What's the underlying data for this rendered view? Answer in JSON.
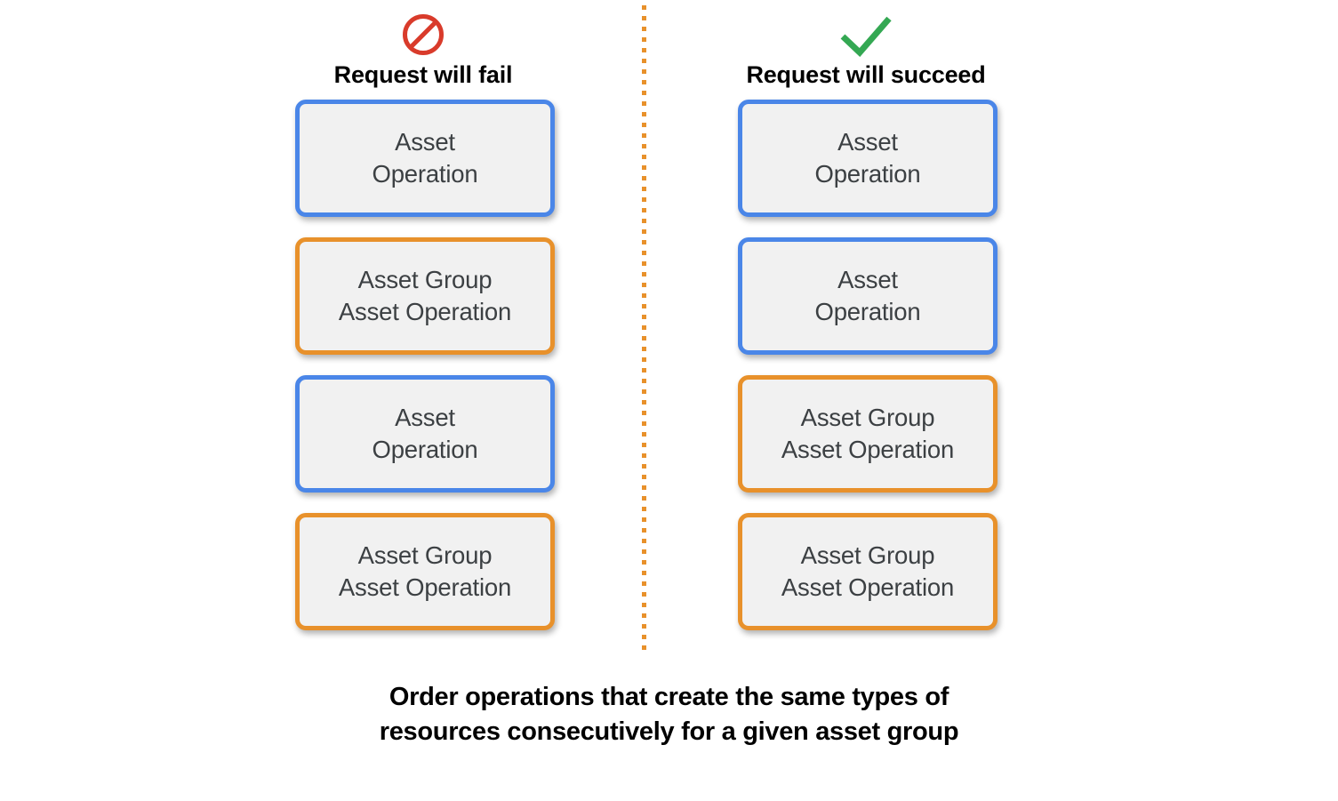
{
  "diagram": {
    "divider": {
      "name": "vertical-dotted-divider",
      "color": "#e8912b"
    },
    "colors": {
      "blue_border": "#4a86e8",
      "orange_border": "#e8912b",
      "box_fill": "#f1f1f1",
      "box_text": "#3c4043",
      "fail_icon": "#d93b2b",
      "succeed_icon": "#34a853",
      "caption_text": "#000000"
    },
    "columns": [
      {
        "id": "fail",
        "icon": "prohibition-icon",
        "icon_color": "#d93b2b",
        "header": "Request will fail",
        "boxes": [
          {
            "label": "Asset\nOperation",
            "type": "blue"
          },
          {
            "label": "Asset Group\nAsset Operation",
            "type": "orange"
          },
          {
            "label": "Asset\nOperation",
            "type": "blue"
          },
          {
            "label": "Asset Group\nAsset Operation",
            "type": "orange"
          }
        ]
      },
      {
        "id": "succeed",
        "icon": "checkmark-icon",
        "icon_color": "#34a853",
        "header": "Request will succeed",
        "boxes": [
          {
            "label": "Asset\nOperation",
            "type": "blue"
          },
          {
            "label": "Asset\nOperation",
            "type": "blue"
          },
          {
            "label": "Asset Group\nAsset Operation",
            "type": "orange"
          },
          {
            "label": "Asset Group\nAsset Operation",
            "type": "orange"
          }
        ]
      }
    ],
    "caption": "Order operations that create the same types of\nresources consecutively for a given asset group"
  }
}
